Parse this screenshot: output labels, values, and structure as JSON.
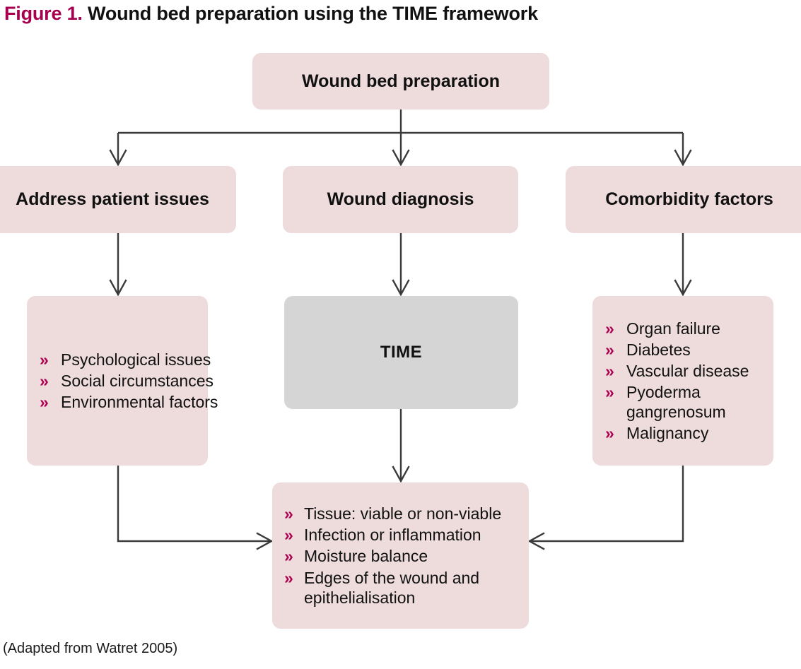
{
  "figure": {
    "label": "Figure 1.",
    "title": "Wound bed preparation using the TIME framework",
    "credit": "(Adapted from Watret 2005)",
    "accent_color": "#A8004F",
    "box_color": "#EEDCDD",
    "highlight_box_color": "#D5D5D5",
    "line_color": "#3A3A3A",
    "bullet_glyph": "»"
  },
  "nodes": {
    "root": {
      "title": "Wound bed preparation"
    },
    "address_patient_issues": {
      "title": "Address patient issues"
    },
    "wound_diagnosis": {
      "title": "Wound diagnosis"
    },
    "comorbidity_factors": {
      "title": "Comorbidity factors"
    },
    "time": {
      "title": "TIME"
    },
    "patient_issues_list": {
      "items": [
        "Psychological issues",
        "Social circumstances",
        "Environmental factors"
      ]
    },
    "comorbidity_list": {
      "items": [
        "Organ failure",
        "Diabetes",
        "Vascular disease",
        "Pyoderma gangrenosum",
        "Malignancy"
      ]
    },
    "time_elements_list": {
      "items": [
        "Tissue: viable or non-viable",
        "Infection or inflammation",
        "Moisture balance",
        "Edges of the wound and epithelialisation"
      ]
    }
  }
}
